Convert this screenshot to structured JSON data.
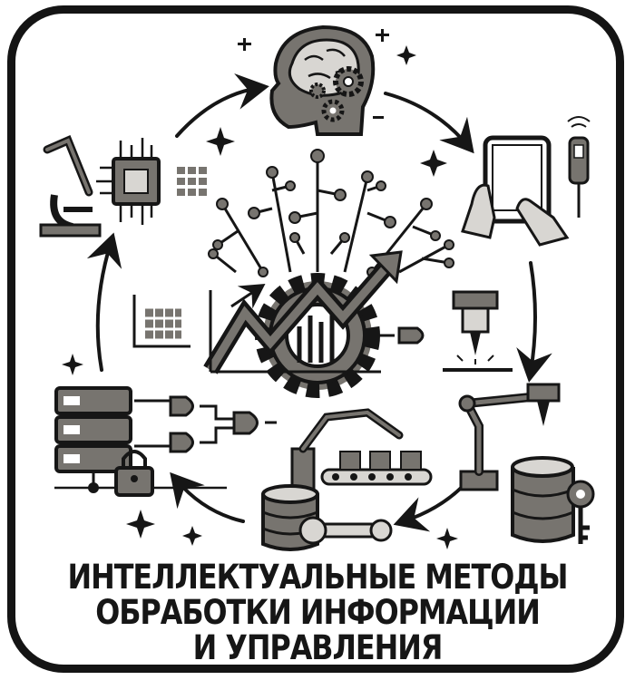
{
  "title": {
    "line1": "ИНТЕЛЛЕКТУАЛЬНЫЕ МЕТОДЫ",
    "line2": "ОБРАБОТКИ ИНФОРМАЦИИ",
    "line3": "И УПРАВЛЕНИЯ"
  },
  "colors": {
    "ink": "#161616",
    "fill": "#77746f",
    "light": "#d8d6d2",
    "background": "#ffffff"
  },
  "icons": [
    "human-head-brain-icon",
    "gears-icon",
    "tablet-touch-icon",
    "handheld-sensor-icon",
    "cnc-spindle-icon",
    "robot-arm-icon",
    "database-icon",
    "key-icon",
    "conveyor-robot-icon",
    "wrench-icon",
    "server-rack-icon",
    "padlock-icon",
    "logic-gates-icon",
    "microscope-icon",
    "microchip-icon",
    "neural-tree-icon",
    "growth-chart-icon",
    "cycle-arrow-icon",
    "sparkle-icon"
  ]
}
